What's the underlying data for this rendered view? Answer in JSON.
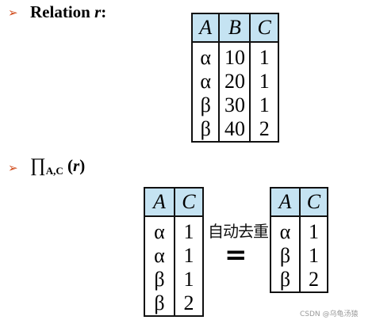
{
  "section1": {
    "bullet": "➢",
    "text": "Relation ",
    "var": "r",
    "suffix": ":"
  },
  "relation_r": {
    "headers": [
      "A",
      "B",
      "C"
    ],
    "rows": [
      [
        "α",
        "10",
        "1"
      ],
      [
        "α",
        "20",
        "1"
      ],
      [
        "β",
        "30",
        "1"
      ],
      [
        "β",
        "40",
        "2"
      ]
    ]
  },
  "section2": {
    "bullet": "➢",
    "symbol": "∏",
    "subscript": "A,C",
    "open": " (",
    "var": "r",
    "close": ")"
  },
  "projection_before": {
    "headers": [
      "A",
      "C"
    ],
    "rows": [
      [
        "α",
        "1"
      ],
      [
        "α",
        "1"
      ],
      [
        "β",
        "1"
      ],
      [
        "β",
        "2"
      ]
    ]
  },
  "annotation": {
    "handwritten": "自动去重",
    "equals": "="
  },
  "projection_after": {
    "headers": [
      "A",
      "C"
    ],
    "rows": [
      [
        "α",
        "1"
      ],
      [
        "β",
        "1"
      ],
      [
        "β",
        "2"
      ]
    ]
  },
  "watermark": "CSDN @乌龟汤猿"
}
